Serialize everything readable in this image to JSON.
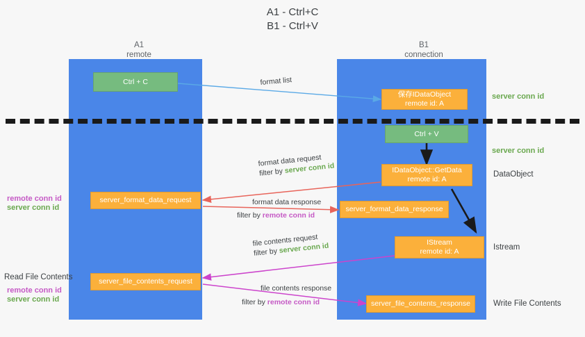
{
  "title": {
    "line1": "A1 - Ctrl+C",
    "line2": "B1 - Ctrl+V"
  },
  "columns": [
    {
      "name": "A1",
      "sub": "remote"
    },
    {
      "name": "B1",
      "sub": "connection"
    }
  ],
  "boxes": {
    "ctrl_c": "Ctrl + C",
    "ctrl_v": "Ctrl + V",
    "save_idataobject_l1": "保存IDataObject",
    "save_idataobject_l2": "remote id: A",
    "getdata_l1": "IDataObject::GetData",
    "getdata_l2": "remote id: A",
    "istream_l1": "IStream",
    "istream_l2": "remote id: A",
    "server_format_data_request": "server_format_data_request",
    "server_format_data_response": "server_format_data_response",
    "server_file_contents_request": "server_file_contents_request",
    "server_file_contents_response": "server_file_contents_response"
  },
  "arrow_labels": {
    "format_list": "format list",
    "format_data_request": "format data request",
    "format_data_request_filter_prefix": "filter by ",
    "format_data_request_filter_value": "server conn id",
    "format_data_response": "format data response",
    "format_data_response_filter_prefix": "filter by ",
    "format_data_response_filter_value": "remote conn id",
    "file_contents_request": "file contents request",
    "file_contents_request_filter_prefix": "filter by ",
    "file_contents_request_filter_value": "server conn id",
    "file_contents_response": "file contents response",
    "file_contents_response_filter_prefix": "filter by ",
    "file_contents_response_filter_value": "remote conn id"
  },
  "right_annotations": {
    "server_conn_id_top": "server conn id",
    "server_conn_id_second": "server conn id",
    "dataobject": "DataObject",
    "istream": "Istream",
    "write_file_contents": "Write File Contents"
  },
  "left_annotations": {
    "remote_conn_id_1": "remote conn id",
    "server_conn_id_1": "server conn id",
    "read_file_contents": "Read File Contents",
    "remote_conn_id_2": "remote conn id",
    "server_conn_id_2": "server conn id"
  },
  "colors": {
    "lane": "#4a86e8",
    "green_box": "#76bb7f",
    "orange_box": "#fbb03b",
    "green_text": "#6aa84f",
    "magenta_text": "#c55ac5",
    "arrow_blue": "#5aa9e6",
    "arrow_red": "#e8645a",
    "arrow_magenta": "#cc44cc",
    "arrow_black": "#1a1a1a",
    "background": "#f7f7f7"
  }
}
